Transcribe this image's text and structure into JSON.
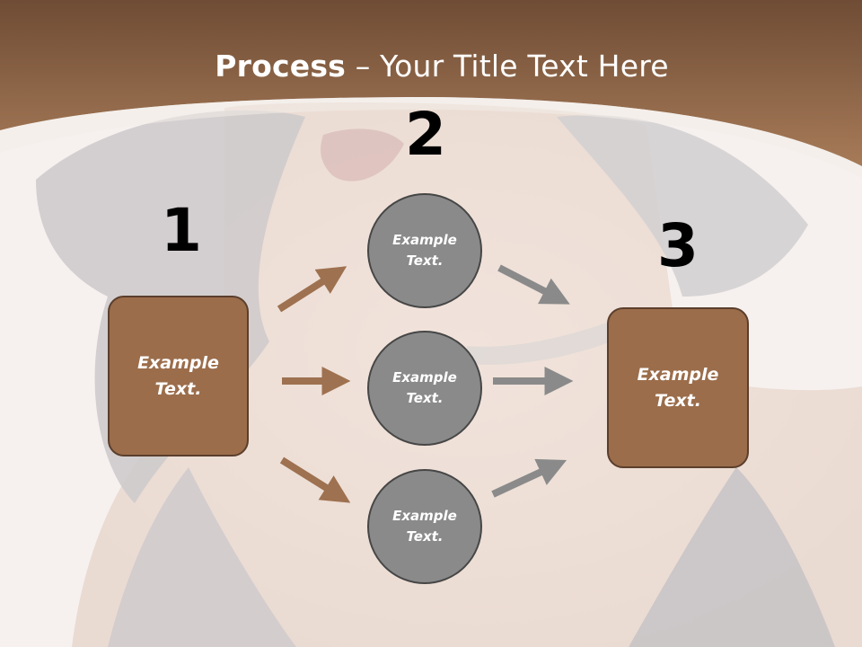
{
  "title": {
    "bold": "Process",
    "rest": " – Your Title Text Here"
  },
  "steps": [
    {
      "number": "1",
      "text_line1": "Example",
      "text_line2": "Text."
    },
    {
      "number": "2"
    },
    {
      "number": "3",
      "text_line1": "Example",
      "text_line2": "Text."
    }
  ],
  "circles": [
    {
      "text_line1": "Example",
      "text_line2": "Text."
    },
    {
      "text_line1": "Example",
      "text_line2": "Text."
    },
    {
      "text_line1": "Example",
      "text_line2": "Text."
    }
  ],
  "colors": {
    "banner": "#9e7150",
    "box_fill": "#9b6d4b",
    "circle_fill": "#8a8a8a",
    "arrow_brown": "#9e7150",
    "arrow_gray": "#8a8a8a"
  }
}
